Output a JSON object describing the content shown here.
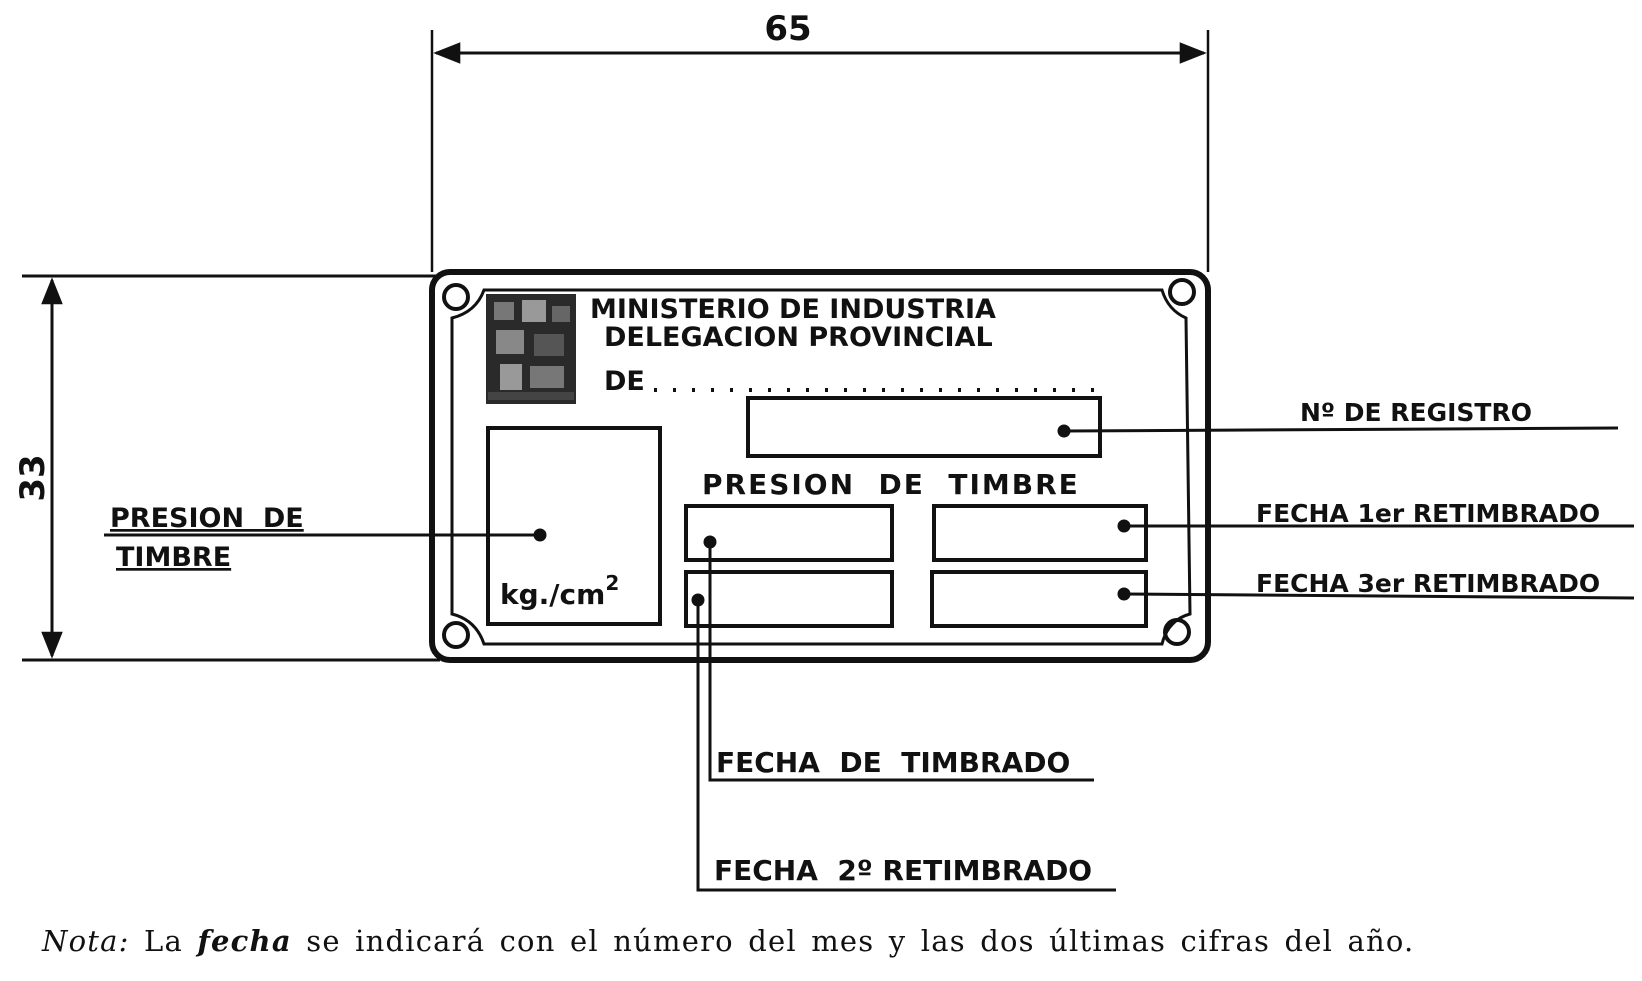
{
  "dimensions": {
    "width_label": "65",
    "height_label": "33"
  },
  "plate": {
    "line1": "MINISTERIO DE INDUSTRIA",
    "line2": "DELEGACION PROVINCIAL",
    "line3": "DE",
    "pressure_title": "PRESION  DE  TIMBRE",
    "unit_text": "kg./cm",
    "unit_exp": "2"
  },
  "callouts": {
    "presion_line1": "PRESION  DE",
    "presion_line2": "TIMBRE",
    "registro": "Nº DE REGISTRO",
    "fecha_1er": "FECHA 1er RETIMBRADO",
    "fecha_3er": "FECHA 3er RETIMBRADO",
    "fecha_timbrado": "FECHA  DE  TIMBRADO",
    "fecha_2o": "FECHA  2º RETIMBRADO"
  },
  "note": {
    "label": "Nota:",
    "pre": "La",
    "emph": "fecha",
    "post": "se indicará con el número del mes y las dos últimas cifras del año."
  },
  "colors": {
    "ink": "#111111",
    "paper": "#ffffff"
  }
}
